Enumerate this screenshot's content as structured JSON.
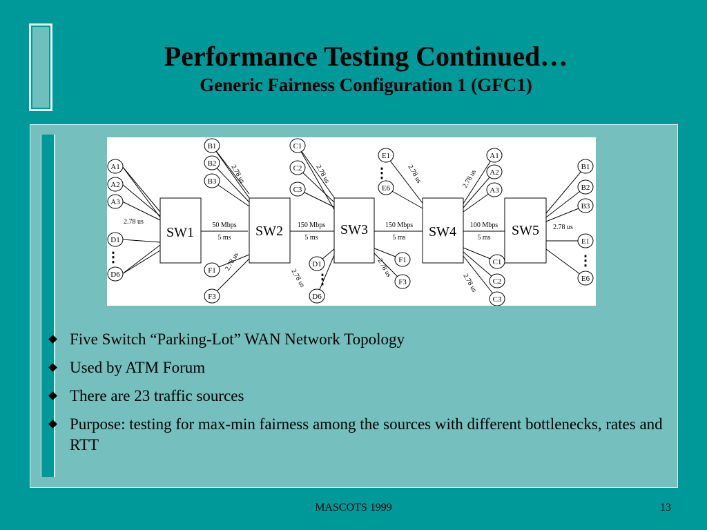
{
  "slide": {
    "title": "Performance Testing Continued…",
    "subtitle": "Generic Fairness Configuration 1 (GFC1)",
    "footer": "MASCOTS 1999",
    "page_number": "13"
  },
  "diagram": {
    "switches": [
      "SW1",
      "SW2",
      "SW3",
      "SW4",
      "SW5"
    ],
    "trunk_links": [
      {
        "rate": "50 Mbps",
        "delay": "5 ms"
      },
      {
        "rate": "150 Mbps",
        "delay": "5 ms"
      },
      {
        "rate": "150 Mbps",
        "delay": "5 ms"
      },
      {
        "rate": "100 Mbps",
        "delay": "5 ms"
      }
    ],
    "access_delay": "2.78 us",
    "sources": {
      "sw1_left": [
        "A1",
        "A2",
        "A3",
        "D1",
        "D6"
      ],
      "sw2_top": [
        "B1",
        "B2",
        "B3"
      ],
      "sw2_bottom": [
        "F1",
        "F3"
      ],
      "sw3_top": [
        "C1",
        "C2",
        "C3"
      ],
      "sw3_bottom_left": [
        "D1",
        "D6"
      ],
      "sw3_bottom_right": [
        "F1",
        "F3"
      ],
      "sw4_top_left": [
        "E1",
        "E6"
      ],
      "sw4_top_right": [
        "A1",
        "A2",
        "A3"
      ],
      "sw4_bottom": [
        "C1",
        "C2",
        "C3"
      ],
      "sw5_right": [
        "B1",
        "B2",
        "B3",
        "E1",
        "E6"
      ]
    },
    "ellipsis": "⋮"
  },
  "bullets": [
    "Five Switch “Parking-Lot” WAN Network Topology",
    "Used by ATM Forum",
    "There are 23 traffic sources",
    "Purpose: testing for max-min fairness among the sources  with different bottlenecks, rates and RTT"
  ]
}
